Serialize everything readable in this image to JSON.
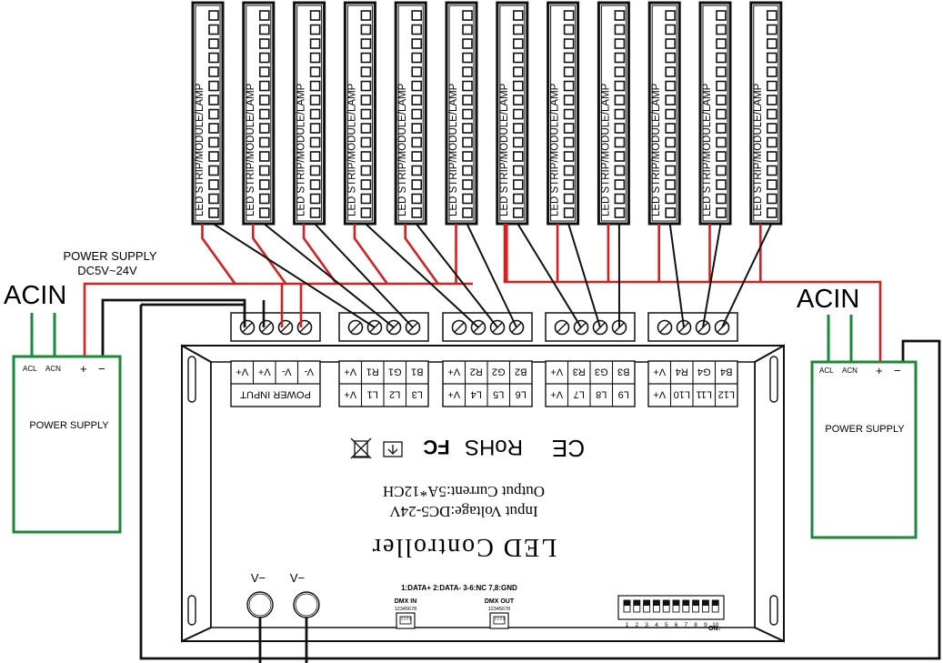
{
  "strip_label": "LED STRIP/MODULE/LAMP",
  "strip_count": 12,
  "supply_note": {
    "line1": "POWER SUPPLY",
    "line2": "DC5V~24V"
  },
  "left_psu": {
    "acin": "ACIN",
    "acl": "ACL",
    "acn": "ACN",
    "plus": "+",
    "minus": "−",
    "label": "POWER SUPPLY"
  },
  "right_psu": {
    "acin": "ACIN",
    "acl": "ACL",
    "acn": "ACN",
    "plus": "+",
    "minus": "−",
    "label": "POWER SUPPLY"
  },
  "terminal_blocks": [
    {
      "top": [
        "V+",
        "V+",
        "V-",
        "V-"
      ],
      "bottom": [
        "POWER INPUT"
      ]
    },
    {
      "top": [
        "V+",
        "R1",
        "G1",
        "B1"
      ],
      "bottom": [
        "V+",
        "L1",
        "L2",
        "L3"
      ]
    },
    {
      "top": [
        "V+",
        "R2",
        "G2",
        "B2"
      ],
      "bottom": [
        "V+",
        "L4",
        "L5",
        "L6"
      ]
    },
    {
      "top": [
        "V+",
        "R3",
        "G3",
        "B3"
      ],
      "bottom": [
        "V+",
        "L7",
        "L8",
        "L9"
      ]
    },
    {
      "top": [
        "V+",
        "R4",
        "G4",
        "B4"
      ],
      "bottom": [
        "V+",
        "L10",
        "L11",
        "L12"
      ]
    }
  ],
  "marks": {
    "ce": "CE",
    "rohs": "RoHS",
    "fc": "FC"
  },
  "specs": {
    "output_current": "Output Current:5A*12CH",
    "input_voltage": "Input Voltage:DC5-24V",
    "title": "LED Controller"
  },
  "front_panel": {
    "v_left": "V−",
    "v_right": "V−",
    "dmx_pinout": "1:DATA+  2:DATA-  3-6:NC  7,8:GND",
    "dmx_in": "DMX IN",
    "dmx_out": "DMX OUT",
    "dmx_pins": "12345678",
    "dip_numbers": [
      "1",
      "2",
      "3",
      "4",
      "5",
      "6",
      "7",
      "8",
      "9",
      "10"
    ],
    "dip_on": "ON↓"
  },
  "colors": {
    "red_wire": "#d42020",
    "black_wire": "#111111",
    "psu_green": "#1a8a3a"
  }
}
